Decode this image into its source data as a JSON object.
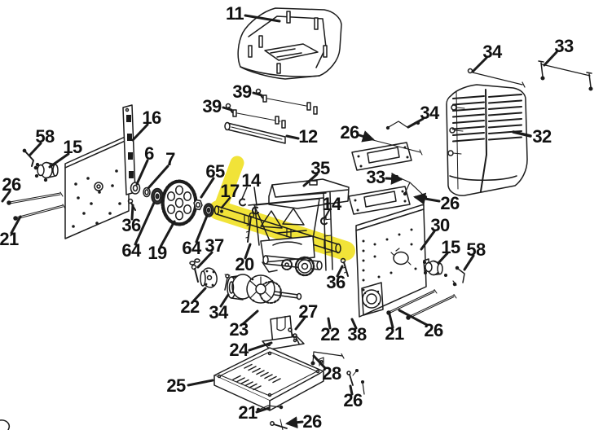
{
  "diagram": {
    "type": "exploded-parts-diagram",
    "highlight": {
      "part": "17",
      "color": "#F1E338"
    },
    "colors": {
      "line": "#1b1b1b",
      "background": "#ffffff"
    },
    "callouts": [
      {
        "part": "11"
      },
      {
        "part": "39"
      },
      {
        "part": "39"
      },
      {
        "part": "12"
      },
      {
        "part": "16"
      },
      {
        "part": "58"
      },
      {
        "part": "15"
      },
      {
        "part": "26"
      },
      {
        "part": "21"
      },
      {
        "part": "6"
      },
      {
        "part": "7"
      },
      {
        "part": "36"
      },
      {
        "part": "64"
      },
      {
        "part": "19"
      },
      {
        "part": "64"
      },
      {
        "part": "37"
      },
      {
        "part": "65"
      },
      {
        "part": "14"
      },
      {
        "part": "17"
      },
      {
        "part": "35"
      },
      {
        "part": "14"
      },
      {
        "part": "20"
      },
      {
        "part": "33"
      },
      {
        "part": "26"
      },
      {
        "part": "34"
      },
      {
        "part": "26"
      },
      {
        "part": "34"
      },
      {
        "part": "33"
      },
      {
        "part": "32"
      },
      {
        "part": "30"
      },
      {
        "part": "15"
      },
      {
        "part": "58"
      },
      {
        "part": "36"
      },
      {
        "part": "22"
      },
      {
        "part": "34"
      },
      {
        "part": "23"
      },
      {
        "part": "24"
      },
      {
        "part": "27"
      },
      {
        "part": "22"
      },
      {
        "part": "38"
      },
      {
        "part": "21"
      },
      {
        "part": "26"
      },
      {
        "part": "25"
      },
      {
        "part": "28"
      },
      {
        "part": "26"
      },
      {
        "part": "21"
      },
      {
        "part": "26"
      }
    ]
  }
}
